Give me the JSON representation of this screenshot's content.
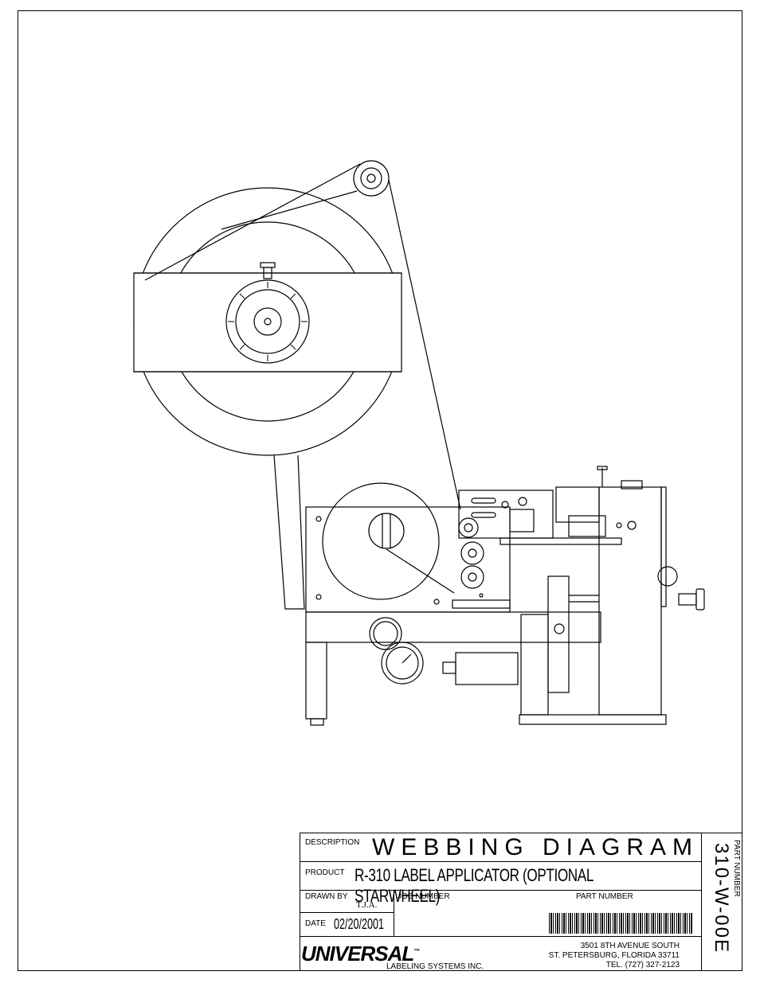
{
  "title_block": {
    "description_label": "DESCRIPTION",
    "description_value": "WEBBING DIAGRAM",
    "product_label": "PRODUCT",
    "product_value": "R-310 LABEL APPLICATOR (OPTIONAL STARWHEEL)",
    "drawn_by_label": "DRAWN BY",
    "drawn_by_value": "T.J.A.",
    "job_number_label": "JOB NUMBER",
    "part_number_label": "PART NUMBER",
    "date_label": "DATE",
    "date_value": "02/20/2001",
    "side_part_number_label": "PART NUMBER",
    "side_part_number_value": "310-W-00E"
  },
  "company": {
    "logo_text": "UNIVERSAL",
    "trademark": "™",
    "name": "LABELING SYSTEMS INC.",
    "address_line1": "3501 8TH AVENUE SOUTH",
    "address_line2": "ST. PETERSBURG, FLORIDA 33711",
    "phone": "TEL. (727) 327-2123"
  }
}
